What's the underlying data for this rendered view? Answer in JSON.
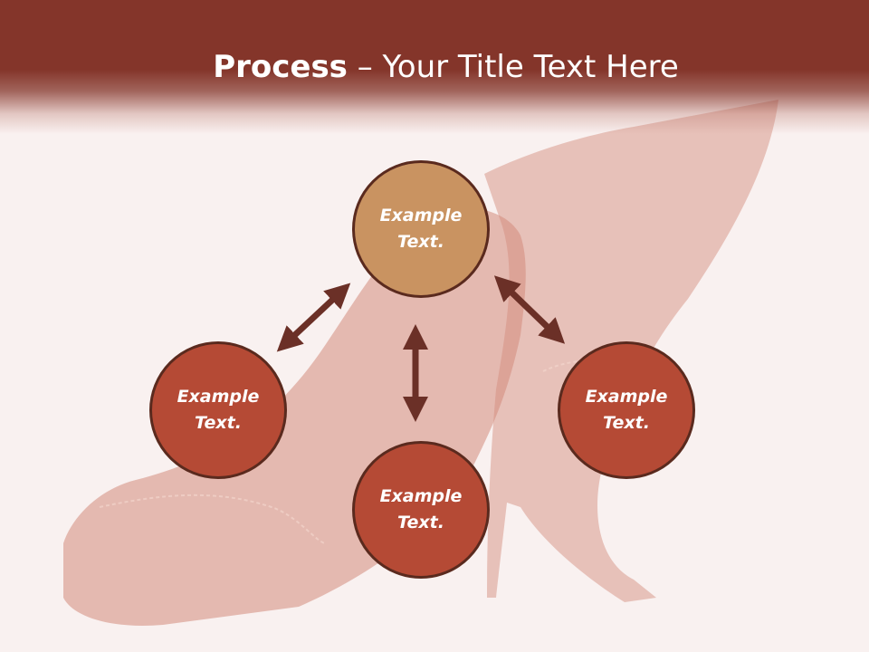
{
  "title": {
    "bold": "Process",
    "rest": " – Your Title Text Here"
  },
  "nodes": {
    "top": {
      "line1": "Example",
      "line2": "Text."
    },
    "left": {
      "line1": "Example",
      "line2": "Text."
    },
    "bottom": {
      "line1": "Example",
      "line2": "Text."
    },
    "right": {
      "line1": "Example",
      "line2": "Text."
    }
  },
  "colors": {
    "title_bar": "#84352a",
    "center_node": "#c99361",
    "outer_node": "#b54a35",
    "arrow": "#6b3027",
    "node_border": "#5a2a1e"
  }
}
